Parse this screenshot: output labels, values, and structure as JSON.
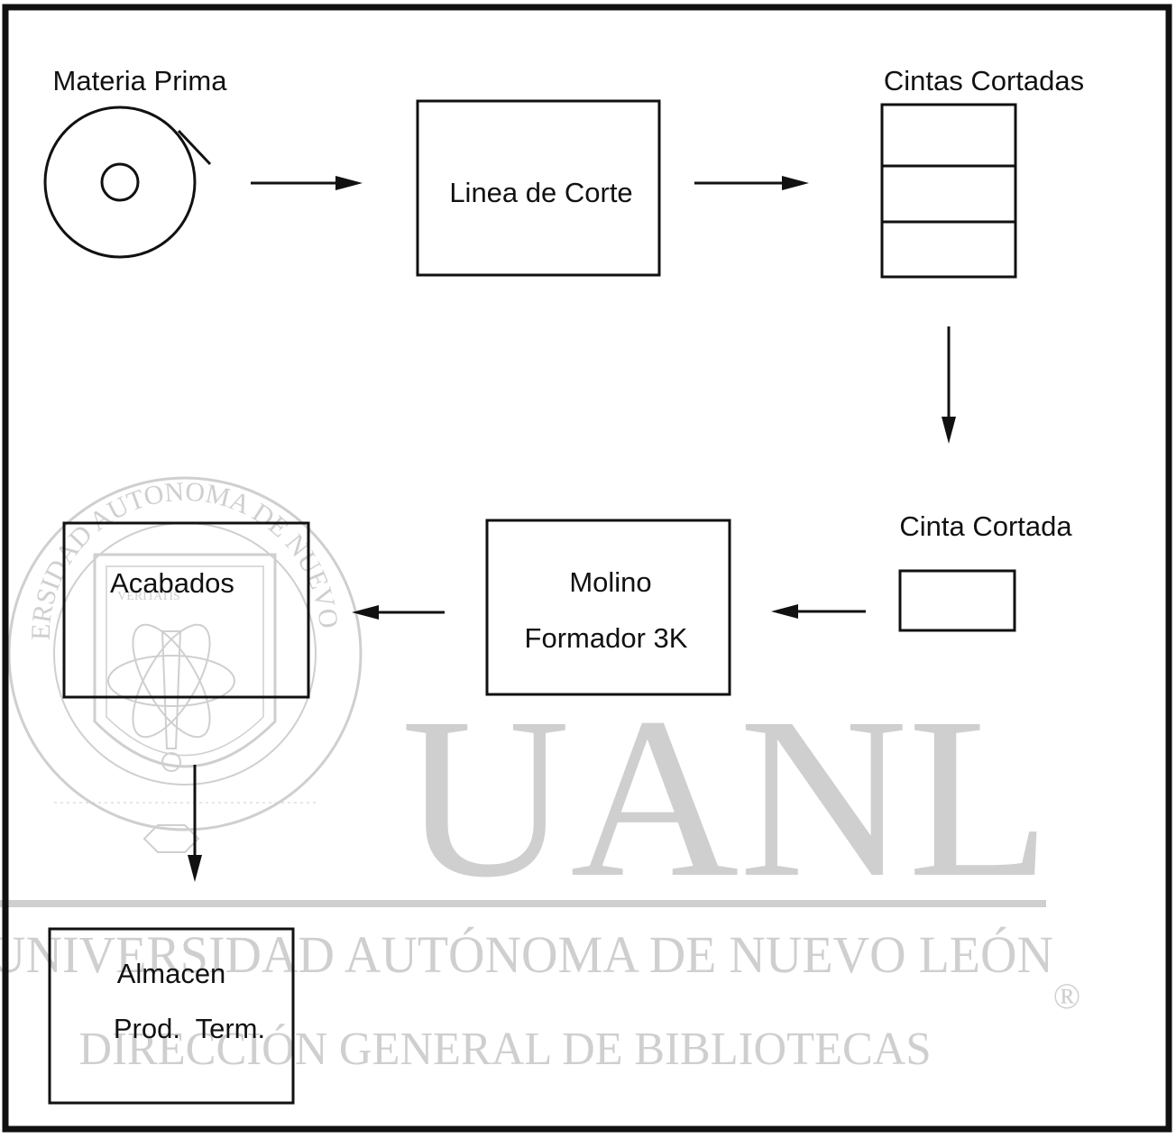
{
  "nodes": {
    "materia_prima": "Materia Prima",
    "linea_de_corte": "Linea de Corte",
    "cintas_cortadas": "Cintas Cortadas",
    "cinta_cortada": "Cinta Cortada",
    "molino_line1": "Molino",
    "molino_line2": "Formador 3K",
    "acabados": "Acabados",
    "almacen_line1": "Almacen",
    "almacen_line2": "Prod.  Term."
  },
  "watermark": {
    "logo": "UANL",
    "university": "UNIVERSIDAD AUTÓNOMA DE NUEVO LEÓN",
    "library": "DIRECCIÓN GENERAL DE BIBLIOTECAS",
    "registered": "®",
    "seal_ring": "UNIVERSIDAD AUTONOMA DE NUEVO LEON",
    "seal_motto": "VERITATIS"
  },
  "colors": {
    "ink": "#111111",
    "watermark": "#cfcfcf"
  }
}
